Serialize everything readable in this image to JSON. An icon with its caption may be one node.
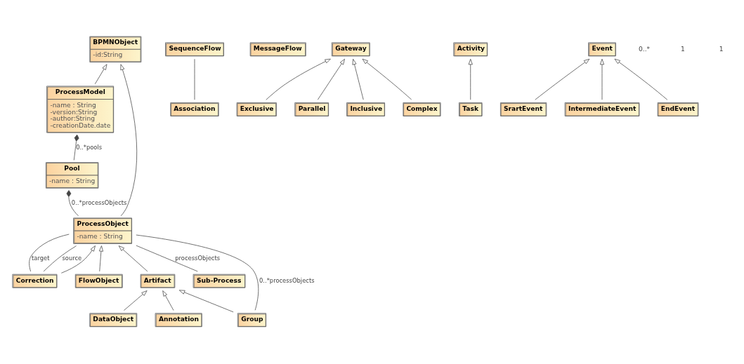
{
  "diagram": {
    "nodes": [
      {
        "text": [
          "BPMNObject",
          "-id:String"
        ]
      },
      {
        "text": [
          "ProcessModel",
          "-name : String",
          "-version:String",
          "-author:String",
          "-creationDate.date"
        ]
      },
      {
        "text": [
          "ProcessObject",
          "-name : String"
        ]
      },
      {
        "text": [
          "Pool",
          "-name : String"
        ]
      },
      {
        "text": [
          "Correction"
        ]
      },
      {
        "text": [
          "FlowObject"
        ]
      },
      {
        "text": [
          "Artifact"
        ]
      },
      {
        "text": [
          "SequenceFlow"
        ]
      },
      {
        "text": [
          "MessageFlow"
        ]
      },
      {
        "text": [
          "Association"
        ]
      },
      {
        "text": [
          "Sub-Process"
        ]
      },
      {
        "text": [
          "Gateway"
        ]
      },
      {
        "text": [
          "Activity"
        ]
      },
      {
        "text": [
          "Event"
        ]
      },
      {
        "text": [
          "DataObject"
        ]
      },
      {
        "text": [
          "Annotation"
        ]
      },
      {
        "text": [
          "Group"
        ]
      },
      {
        "text": [
          "Exclusive"
        ]
      },
      {
        "text": [
          "Parallel"
        ]
      },
      {
        "text": [
          "Inclusive"
        ]
      },
      {
        "text": [
          "Complex"
        ]
      },
      {
        "text": [
          "Task"
        ]
      },
      {
        "text": [
          "SrartEvent"
        ]
      },
      {
        "text": [
          "IntermediateEvent"
        ]
      },
      {
        "text": [
          "EndEvent"
        ]
      }
    ],
    "edges": [
      {
        "from": 1,
        "to": 0,
        "arrow": "to"
      },
      {
        "from": 2,
        "to": 0,
        "arrow": "to"
      },
      {
        "from": 1,
        "to": 3,
        "arrow": "other",
        "label": "0..*pools"
      },
      {
        "from": 3,
        "to": 2,
        "arrow": "other",
        "label": "0..*processObjects"
      },
      {
        "from": 2,
        "to": 4,
        "arrow": "none",
        "label": "target"
      },
      {
        "from": 2,
        "to": 4,
        "arrow": "none",
        "label": "source"
      },
      {
        "from": 2,
        "to": 10,
        "arrow": "none",
        "label": "processObjects"
      },
      {
        "from": 2,
        "to": 16,
        "arrow": "none",
        "label": "0..*processObjects"
      },
      {
        "from": 4,
        "to": 2,
        "arrow": "to"
      },
      {
        "from": 5,
        "to": 2,
        "arrow": "to"
      },
      {
        "from": 6,
        "to": 2,
        "arrow": "to"
      },
      {
        "from": 7,
        "to": 9,
        "arrow": "none"
      },
      {
        "from": 14,
        "to": 6,
        "arrow": "to"
      },
      {
        "from": 15,
        "to": 6,
        "arrow": "to"
      },
      {
        "from": 16,
        "to": 6,
        "arrow": "to"
      },
      {
        "from": 17,
        "to": 11,
        "arrow": "to"
      },
      {
        "from": 18,
        "to": 11,
        "arrow": "to"
      },
      {
        "from": 19,
        "to": 11,
        "arrow": "to"
      },
      {
        "from": 20,
        "to": 11,
        "arrow": "to"
      },
      {
        "from": 21,
        "to": 12,
        "arrow": "to"
      },
      {
        "from": 22,
        "to": 13,
        "arrow": "to"
      },
      {
        "from": 23,
        "to": 13,
        "arrow": "to"
      },
      {
        "from": 24,
        "to": 13,
        "arrow": "to"
      }
    ],
    "labels": [
      "0..*",
      "1",
      "1"
    ]
  }
}
